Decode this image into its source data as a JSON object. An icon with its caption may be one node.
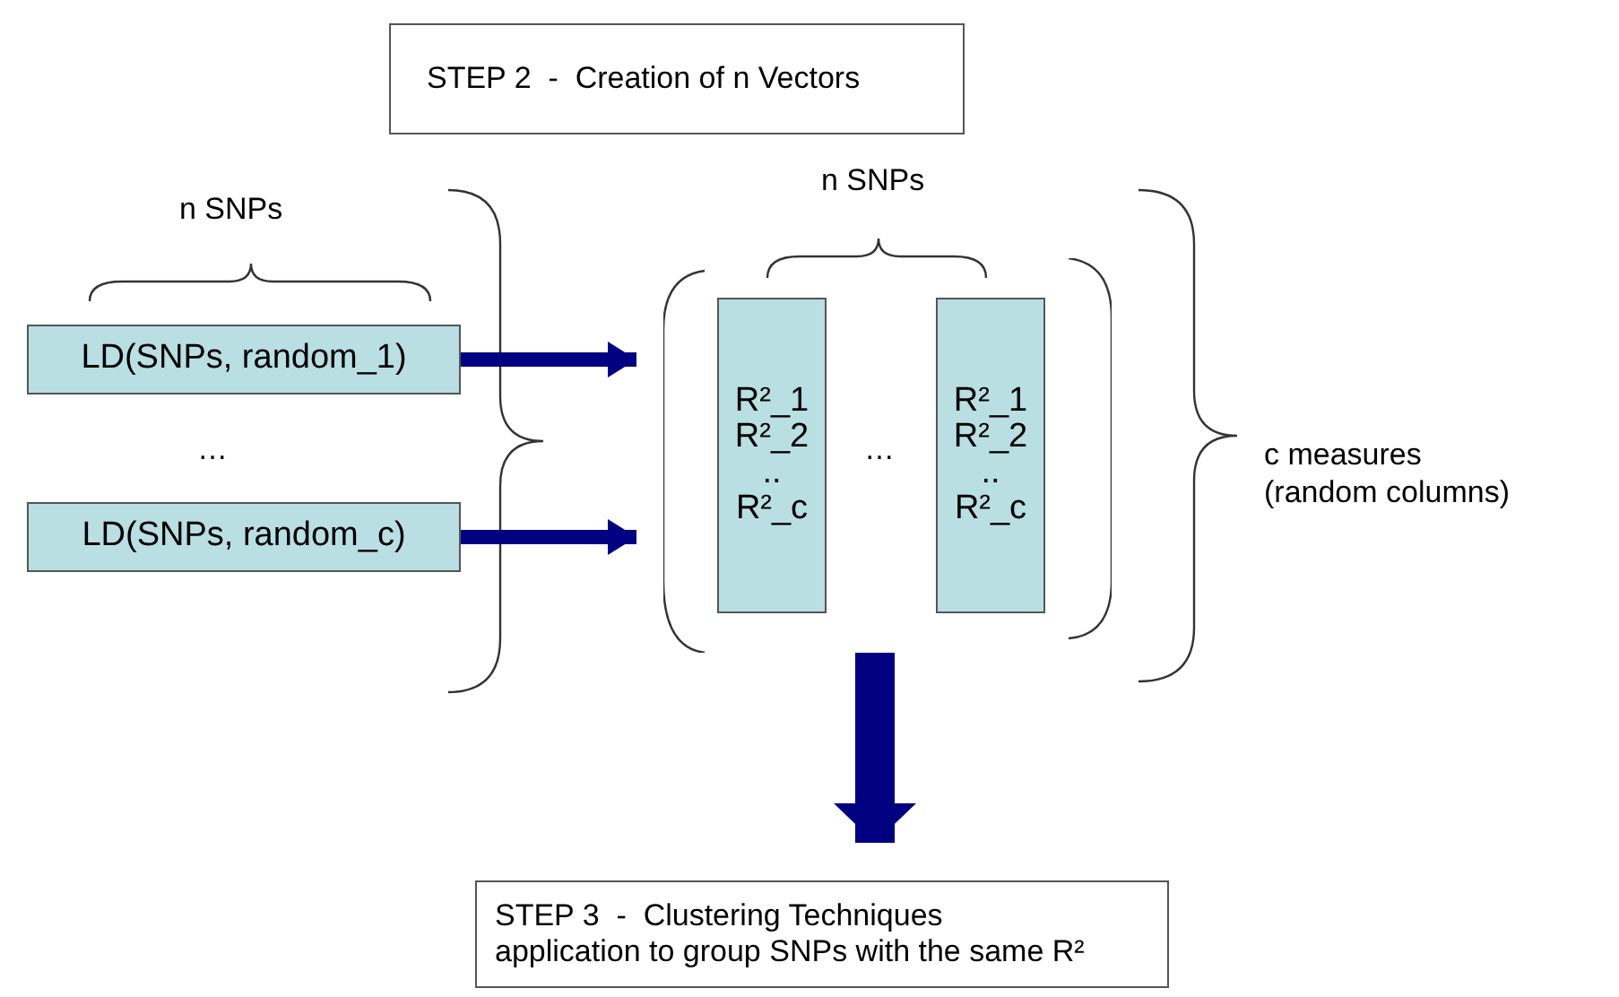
{
  "diagram": {
    "nodes": [
      {
        "text": [
          "STEP 2  -  Creation of n Vectors"
        ]
      },
      {
        "text": [
          "LD(SNPs, random_1)"
        ]
      },
      {
        "text": [
          "LD(SNPs, random_c)"
        ]
      },
      {
        "text": [],
        "shape": "bracket"
      },
      {
        "text": [
          "R²_1",
          "R²_2",
          "..",
          "R²_c"
        ],
        "in": 3
      },
      {
        "text": [
          "R²_1",
          "R²_2",
          "..",
          "R²_c"
        ],
        "in": 3
      },
      {
        "text": [
          "STEP 3  -  Clustering Techniques application to group SNPs with the same R²"
        ]
      }
    ],
    "edges": [
      {
        "from": 1,
        "to": 3,
        "arrow": "to"
      },
      {
        "from": 2,
        "to": 3,
        "arrow": "to"
      },
      {
        "from": 3,
        "to": 6,
        "arrow": "to",
        "style": "thick"
      }
    ],
    "labels": [
      "n SNPs",
      "…",
      "n SNPs",
      "…",
      "c measures (random columns)"
    ]
  }
}
